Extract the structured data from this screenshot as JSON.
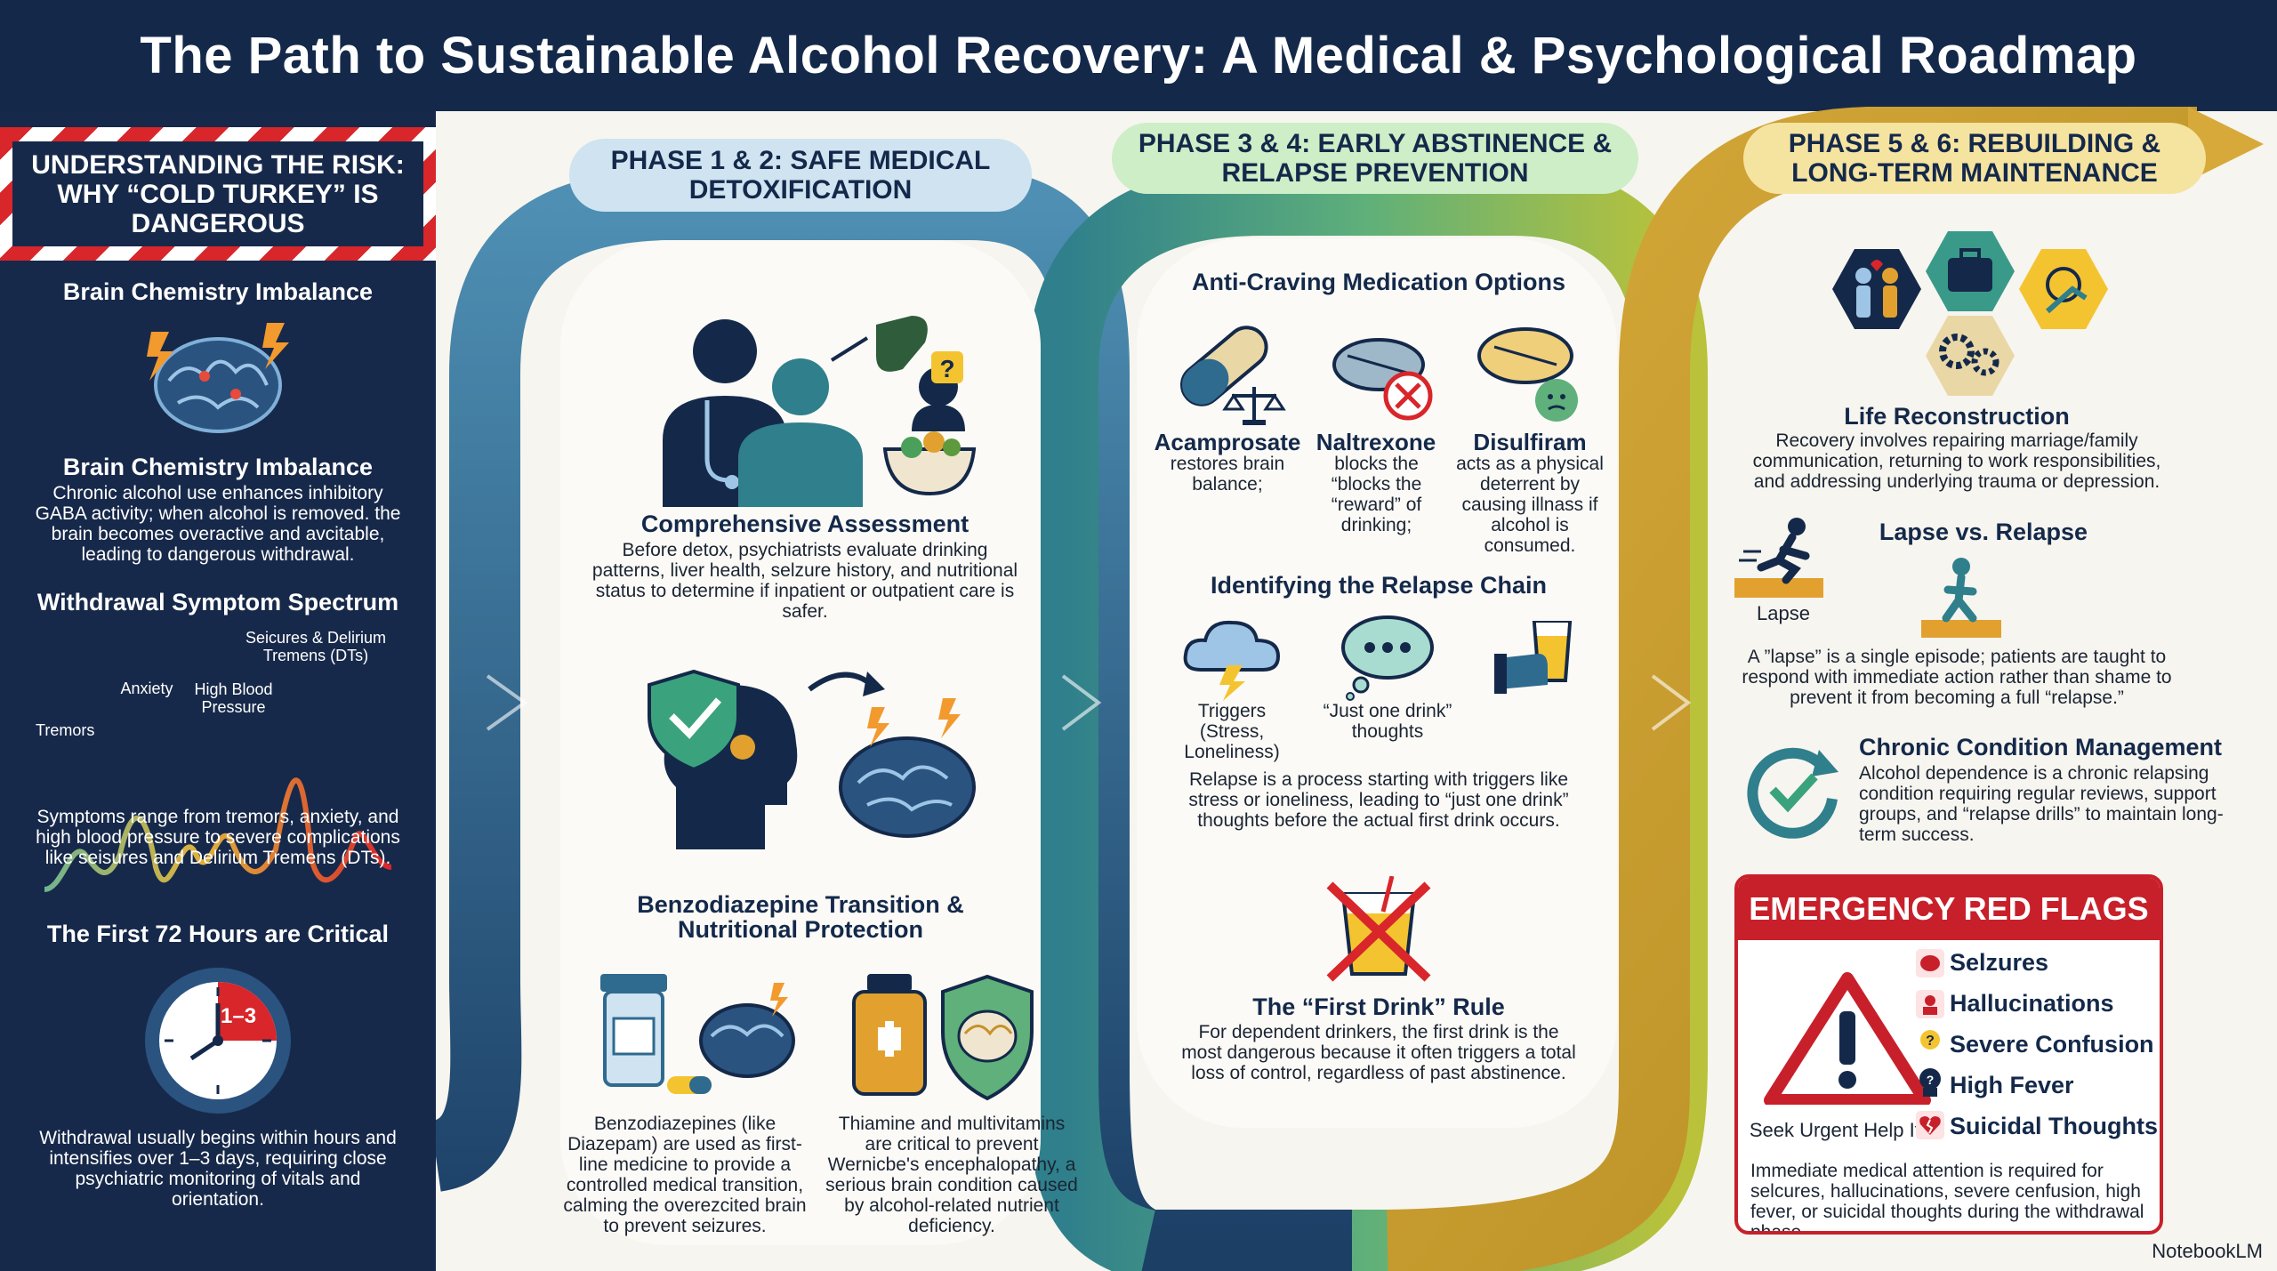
{
  "title": "The Path to Sustainable Alcohol Recovery: A Medical & Psychological Roadmap",
  "sidebar": {
    "risk_title": "UNDERSTANDING THE RISK: WHY “COLD TURKEY” IS DANGEROUS",
    "brain_heading_1": "Brain Chemistry Imbalance",
    "brain_heading_2": "Brain Chemistry Imbalance",
    "brain_text": "Chronic alcohol use enhances inhibitory GABA activity; when alcohol is removed. the brain becomes overactive and avcitable, leading to dangerous withdrawal.",
    "spectrum_heading": "Withdrawal Symptom Spectrum",
    "spectrum_labels": {
      "tremors": "Tremors",
      "anxiety": "Anxiety",
      "bp": "High Blood Pressure",
      "seizures": "Seicures & Delirium Tremens (DTs)"
    },
    "spectrum_text": "Symptoms range from tremors, anxiety, and high blood pressure to severe complications like seisures and Delirium Tremens (DTs).",
    "hours_heading": "The First 72 Hours are Critical",
    "clock_label": "1–3",
    "hours_text": "Withdrawal usually begins within hours and intensifies over 1–3 days, requiring close psychiatric monitoring of vitals and orientation."
  },
  "phase12": {
    "title": "PHASE 1 & 2: SAFE MEDICAL DETOXIFICATION",
    "assessment_heading": "Comprehensive Assessment",
    "assessment_text": "Before detox, psychiatrists evaluate drinking patterns, liver health, selzure history, and nutritional status to determine if inpatient or outpatient care is safer.",
    "benzo_heading": "Benzodiazepine Transition & Nutritional Protection",
    "benzo_text": "Benzodiazepines (like Diazepam) are used as first-line medicine to provide a controlled medical transition, calming the overezcited brain to prevent seizures.",
    "thiamine_text": "Thiamine and multivitamins are critical to prevent Wernicbe's encephalopathy, a serious brain condition caused by alcohol-related nutrient deficiency."
  },
  "phase34": {
    "title": "PHASE 3 & 4: EARLY ABSTINENCE & RELAPSE PREVENTION",
    "meds_heading": "Anti-Craving Medication Options",
    "meds": [
      {
        "name": "Acamprosate",
        "text": "restores brain balance;"
      },
      {
        "name": "Naltrexone",
        "text": "blocks the “blocks the “reward” of drinking;"
      },
      {
        "name": "Disulfiram",
        "text": "acts as a physical deterrent by causing illnass if alcohol is consumed."
      }
    ],
    "chain_heading": "Identifying the Relapse Chain",
    "chain": [
      {
        "label": "Triggers (Stress, Loneliness)"
      },
      {
        "label": "“Just one drink” thoughts"
      }
    ],
    "chain_text": "Relapse is a process starting with triggers like stress or ioneliness, leading to “just one drink” thoughts before the actual first drink occurs.",
    "rule_heading": "The “First Drink” Rule",
    "rule_text": "For dependent drinkers, the first drink is the most dangerous because it often triggers a total loss of control, regardless of past abstinence."
  },
  "phase56": {
    "title": "PHASE 5 & 6: REBUILDING & LONG-TERM MAINTENANCE",
    "life_heading": "Life Reconstruction",
    "life_text": "Recovery involves repairing marriage/family communication, returning to work responsibilities, and addressing underlying trauma or depression.",
    "lapse_heading": "Lapse vs. Relapse",
    "lapse_label": "Lapse",
    "lapse_text": "A ”lapse” is a single episode; patients are taught to respond with immediate action rather than shame to prevent it from becoming a full “relapse.”",
    "chronic_heading": "Chronic Condition Management",
    "chronic_text": "Alcohol dependence is a chronic relapsing condition requiring regular reviews, support groups, and “relapse drills” to maintain long-term success."
  },
  "emergency": {
    "title": "EMERGENCY RED FLAGS",
    "seek": "Seek Urgent Help If...",
    "flags": [
      "Selzures",
      "Hallucinations",
      "Severe Confusion",
      "High Fever",
      "Suicidal Thoughts"
    ],
    "text": "Immediate medical attention is required for selcures, hallucinations, severe cenfusion, high fever, or suicidal thoughts during the withdrawal phase."
  },
  "brand": "NotebookLM",
  "colors": {
    "navy": "#14294a",
    "danger_red": "#c8202a",
    "phase12_blue": "#2f6a8f",
    "phase34_teal": "#3a9a8a",
    "phase56_gold": "#c9a235",
    "phase12_pill": "#cfe3f1",
    "phase34_pill": "#cdeec7",
    "phase56_pill": "#f5e3a0"
  }
}
